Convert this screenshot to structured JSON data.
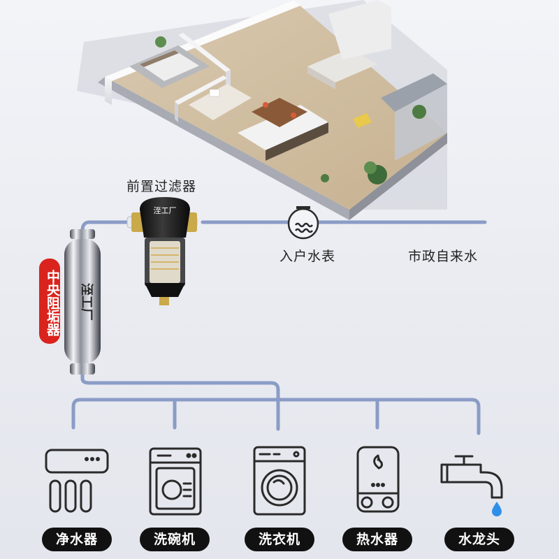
{
  "labels": {
    "prefilter": "前置过滤器",
    "meter": "入户水表",
    "municipal": "市政自来水",
    "scale_inhibitor": "中央阻垢器",
    "brand_logo": "洷工厂"
  },
  "appliances": [
    {
      "label": "净水器",
      "icon": "water-purifier-icon"
    },
    {
      "label": "洗碗机",
      "icon": "dishwasher-icon"
    },
    {
      "label": "洗衣机",
      "icon": "washing-machine-icon"
    },
    {
      "label": "热水器",
      "icon": "water-heater-icon"
    },
    {
      "label": "水龙头",
      "icon": "faucet-icon"
    }
  ],
  "colors": {
    "pipe": "#8a9cc6",
    "icon": "#2a2a2a",
    "tag": "#d9231c",
    "pill": "#111111",
    "drop": "#2f8fe8"
  }
}
